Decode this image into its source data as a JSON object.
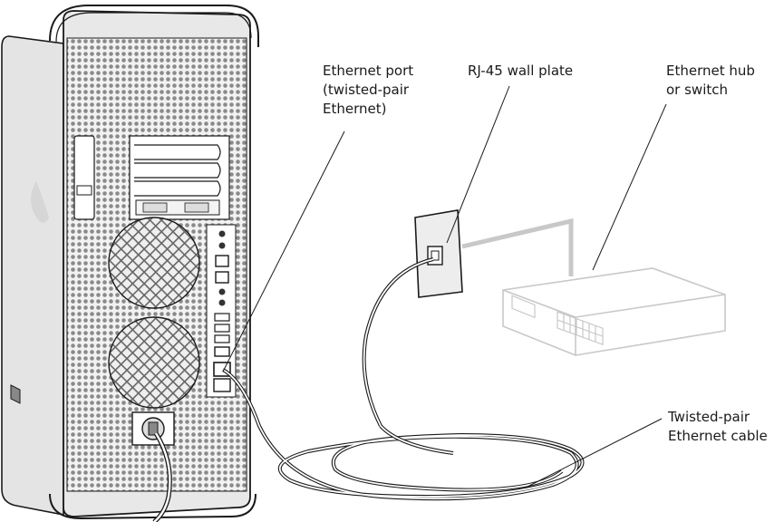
{
  "labels": {
    "ethernet_port": [
      "Ethernet port",
      "(twisted-pair",
      "Ethernet)"
    ],
    "wall_plate": [
      "RJ-45 wall plate"
    ],
    "hub": [
      "Ethernet hub",
      "or switch"
    ],
    "cable": [
      "Twisted-pair",
      "Ethernet cable"
    ]
  },
  "colors": {
    "line": "#1a1a1a",
    "tower_body": "#ededed",
    "tower_shade": "#cfcfcf",
    "mesh": "#8a8a8a",
    "hub_line": "#c8c8c8",
    "wall_plate_fill": "#ededed"
  }
}
